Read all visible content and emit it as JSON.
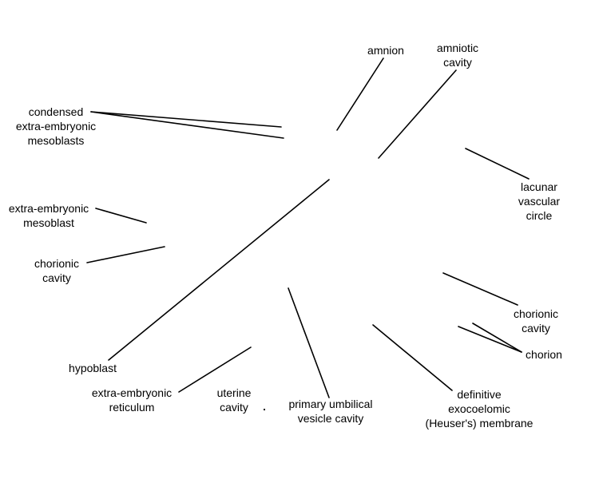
{
  "labels": {
    "amnion": [
      "amnion"
    ],
    "amniotic_cavity": [
      "amniotic",
      "cavity"
    ],
    "condensed_mesoblasts": [
      "condensed",
      "extra-embryonic",
      "mesoblasts"
    ],
    "lacunar_vascular_circle": [
      "lacunar",
      "vascular",
      "circle"
    ],
    "extra_embryonic_mesoblast": [
      "extra-embryonic",
      "mesoblast"
    ],
    "chorionic_cavity_left": [
      "chorionic",
      "cavity"
    ],
    "chorionic_cavity_right": [
      "chorionic",
      "cavity"
    ],
    "chorion": [
      "chorion"
    ],
    "hypoblast": [
      "hypoblast"
    ],
    "extra_embryonic_reticulum": [
      "extra-embryonic",
      "reticulum"
    ],
    "uterine_cavity": [
      "uterine",
      "cavity"
    ],
    "primary_umbilical_vesicle_cavity": [
      "primary umbilical",
      "vesicle cavity"
    ],
    "definitive_exocoelomic_membrane": [
      "definitive",
      "exocoelomic",
      "(Heuser's) membrane"
    ]
  },
  "colors": {
    "text": "#000000",
    "line": "#000000",
    "background": "#ffffff"
  }
}
